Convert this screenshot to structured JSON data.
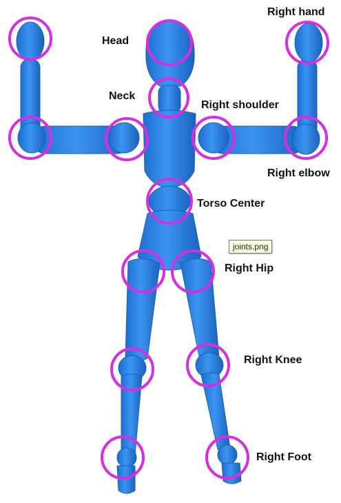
{
  "labels": {
    "head": "Head",
    "neck": "Neck",
    "right_hand": "Right hand",
    "right_shoulder": "Right shoulder",
    "right_elbow": "Right elbow",
    "torso_center": "Torso Center",
    "right_hip": "Right Hip",
    "right_knee": "Right Knee",
    "right_foot": "Right Foot"
  },
  "tooltip": "joints.png",
  "colors": {
    "figure": "#2f86e6",
    "figure_shadow": "#1e66bf",
    "joint_ring": "#d62ee0"
  }
}
